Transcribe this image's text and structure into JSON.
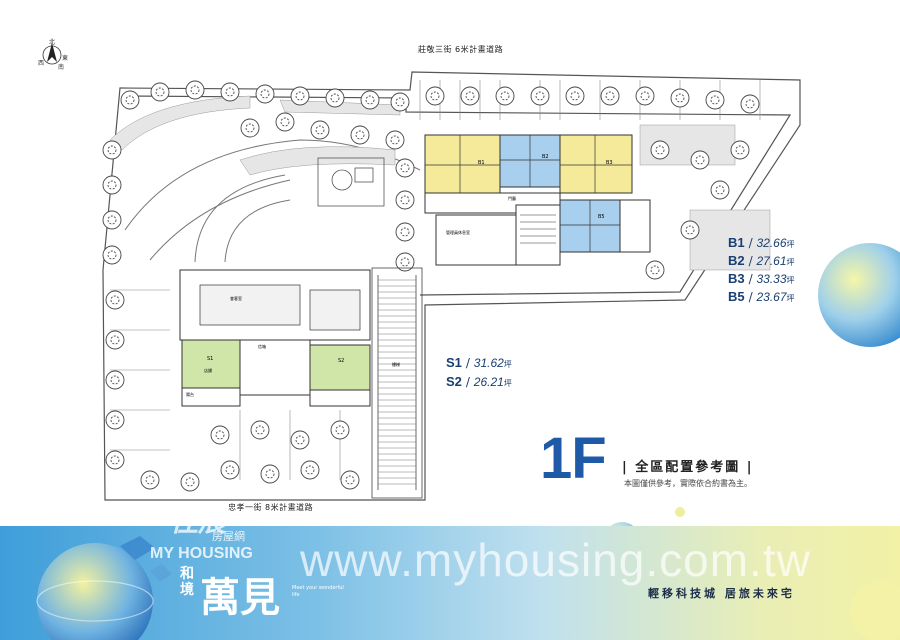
{
  "compass": {
    "north": "北",
    "east": "東",
    "south": "南",
    "west": "西"
  },
  "roads": {
    "north": "莊敬三街 6米計畫道路",
    "south": "忠孝一街 8米計畫道路"
  },
  "units": {
    "upper": [
      {
        "code": "B1",
        "value": "32.66",
        "unit": "坪"
      },
      {
        "code": "B2",
        "value": "27.61",
        "unit": "坪"
      },
      {
        "code": "B3",
        "value": "33.33",
        "unit": "坪"
      },
      {
        "code": "B5",
        "value": "23.67",
        "unit": "坪"
      }
    ],
    "lower": [
      {
        "code": "S1",
        "value": "31.62",
        "unit": "坪"
      },
      {
        "code": "S2",
        "value": "26.21",
        "unit": "坪"
      }
    ]
  },
  "plan_marks": {
    "unit_b1": "B1",
    "unit_b2": "B2",
    "unit_b3": "B3",
    "unit_b5": "B5",
    "unit_s1": "S1",
    "unit_s2": "S2",
    "shop": "店鋪",
    "terrace": "陽台",
    "lobby": "門廳",
    "stair": "樓梯",
    "management": "管理員休息室",
    "reception": "會客室",
    "mailbox": "信箱"
  },
  "floor": {
    "label": "1F",
    "title": "| 全區配置參考圖 |",
    "note": "本圖僅供參考，實際依合約書為主。"
  },
  "banner": {
    "watermark_url": "www.myhousing.com.tw",
    "watermark_logo": "住展",
    "watermark_sub": "房屋網",
    "watermark_my": "MY HOUSING",
    "brand_small": "和境",
    "brand_big": "萬見",
    "brand_tag": "Meet your wonderful life",
    "slogan": "輕移科技城  居旅未來宅"
  },
  "colors": {
    "unit_yellow": "#f4ea9a",
    "unit_blue": "#a9cfee",
    "unit_green": "#cfe6a8",
    "accent_blue": "#1e5aa8",
    "text_navy": "#1a3f72"
  }
}
